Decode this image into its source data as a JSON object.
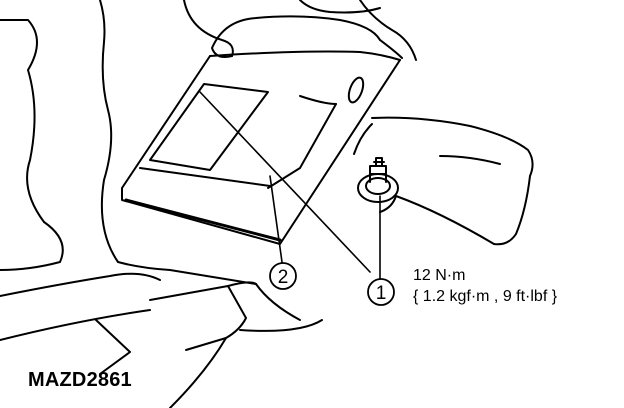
{
  "callouts": [
    {
      "number": "1",
      "part": "nut"
    },
    {
      "number": "2",
      "part": "cover"
    }
  ],
  "torque": {
    "primary": "12 N·m",
    "secondary": "{ 1.2 kgf·m , 9 ft·lbf }"
  },
  "figure_code": "MAZD2861",
  "colors": {
    "line": "#000000",
    "background": "#ffffff"
  }
}
